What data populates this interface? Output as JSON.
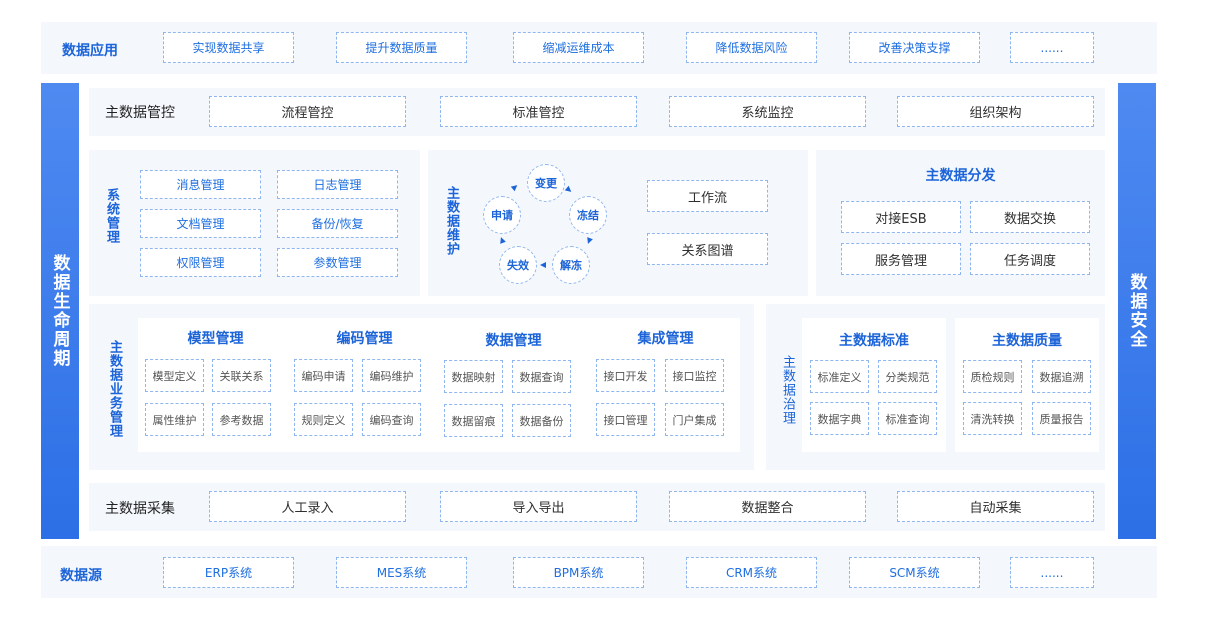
{
  "data_app": {
    "label": "数据应用",
    "items": [
      "实现数据共享",
      "提升数据质量",
      "缩减运维成本",
      "降低数据风险",
      "改善决策支撑",
      "......"
    ]
  },
  "left_sidebar": "数据生命周期",
  "right_sidebar": "数据安全",
  "control": {
    "label": "主数据管控",
    "items": [
      "流程管控",
      "标准管控",
      "系统监控",
      "组织架构"
    ]
  },
  "system_mgmt": {
    "label": "系统管理",
    "items": [
      "消息管理",
      "日志管理",
      "文档管理",
      "备份/恢复",
      "权限管理",
      "参数管理"
    ]
  },
  "maintenance": {
    "label": "主数据维护",
    "cycle": [
      "变更",
      "冻结",
      "解冻",
      "失效",
      "申请"
    ],
    "items": [
      "工作流",
      "关系图谱"
    ]
  },
  "distribution": {
    "title": "主数据分发",
    "items": [
      "对接ESB",
      "数据交换",
      "服务管理",
      "任务调度"
    ]
  },
  "business": {
    "label": "主数据业务管理",
    "groups": [
      {
        "title": "模型管理",
        "items": [
          "模型定义",
          "关联关系",
          "属性维护",
          "参考数据"
        ]
      },
      {
        "title": "编码管理",
        "items": [
          "编码申请",
          "编码维护",
          "规则定义",
          "编码查询"
        ]
      },
      {
        "title": "数据管理",
        "items": [
          "数据映射",
          "数据查询",
          "数据留痕",
          "数据备份"
        ]
      },
      {
        "title": "集成管理",
        "items": [
          "接口开发",
          "接口监控",
          "接口管理",
          "门户集成"
        ]
      }
    ]
  },
  "governance": {
    "label": "主数据治理",
    "groups": [
      {
        "title": "主数据标准",
        "items": [
          "标准定义",
          "分类规范",
          "数据字典",
          "标准查询"
        ]
      },
      {
        "title": "主数据质量",
        "items": [
          "质检规则",
          "数据追溯",
          "清洗转换",
          "质量报告"
        ]
      }
    ]
  },
  "collect": {
    "label": "主数据采集",
    "items": [
      "人工录入",
      "导入导出",
      "数据整合",
      "自动采集"
    ]
  },
  "source": {
    "label": "数据源",
    "items": [
      "ERP系统",
      "MES系统",
      "BPM系统",
      "CRM系统",
      "SCM系统",
      "......"
    ]
  },
  "colors": {
    "accent": "#1c64d8",
    "sidebar": "#2c6fe6",
    "panel": "#f4f8fd",
    "border": "#8fb6ef"
  }
}
